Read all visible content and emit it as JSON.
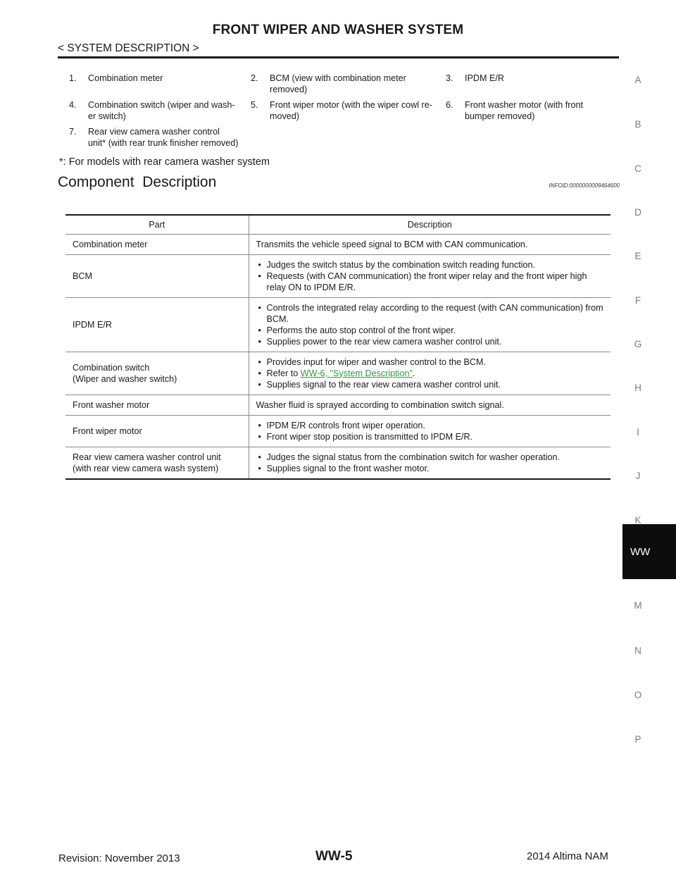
{
  "header": {
    "title": "FRONT WIPER AND WASHER SYSTEM",
    "section": "< SYSTEM DESCRIPTION >"
  },
  "legend": [
    {
      "num": "1.",
      "text": "Combination meter"
    },
    {
      "num": "2.",
      "text": "BCM (view with combination meter\nremoved)"
    },
    {
      "num": "3.",
      "text": "IPDM E/R"
    },
    {
      "num": "4.",
      "text": "Combination switch (wiper and wash-\ner switch)"
    },
    {
      "num": "5.",
      "text": "Front wiper motor (with the wiper cowl re-\nmoved)"
    },
    {
      "num": "6.",
      "text": "Front washer motor (with front\nbumper removed)"
    },
    {
      "num": "7.",
      "text": "Rear view camera washer control\nunit* (with rear trunk finisher removed)"
    }
  ],
  "footnote": "*: For models with rear camera washer system",
  "section": {
    "title": "Component  Description",
    "infoid": "INFOID:0000000009464600"
  },
  "table": {
    "headers": {
      "part": "Part",
      "description": "Description"
    },
    "rows": [
      {
        "part": "Combination meter",
        "desc": "Transmits the vehicle speed signal to BCM with CAN communication."
      },
      {
        "part": "BCM",
        "bullets": [
          "Judges the switch status by the combination switch reading function.",
          "Requests (with CAN communication) the front wiper relay and the front wiper high relay ON to IPDM E/R."
        ]
      },
      {
        "part": "IPDM E/R",
        "bullets": [
          "Controls the integrated relay according to the request (with CAN communication) from BCM.",
          "Performs the auto stop control of the front wiper.",
          "Supplies power to the rear view camera washer control unit."
        ]
      },
      {
        "part": "Combination switch\n(Wiper and washer switch)",
        "bullets": [
          "Provides input for wiper and washer control to the BCM.",
          "Refer to ",
          "Supplies signal to the rear view camera washer control unit."
        ],
        "link": {
          "text": "WW-6, \"System Description\"",
          "suffix": "."
        }
      },
      {
        "part": "Front washer motor",
        "desc": "Washer fluid is sprayed according to combination switch signal."
      },
      {
        "part": "Front wiper motor",
        "bullets": [
          "IPDM E/R controls front wiper operation.",
          "Front wiper stop position is transmitted to IPDM E/R."
        ]
      },
      {
        "part": "Rear view camera washer control unit\n(with rear view camera wash system)",
        "bullets": [
          "Judges the signal status from the combination switch for washer operation.",
          "Supplies signal to the front washer motor."
        ]
      }
    ]
  },
  "side_index": {
    "letters": [
      "A",
      "B",
      "C",
      "D",
      "E",
      "F",
      "G",
      "H",
      "I",
      "J",
      "K",
      "M",
      "N",
      "O",
      "P"
    ],
    "active": "WW"
  },
  "footer": {
    "revision": "Revision: November 2013",
    "page": "WW-5",
    "model": "2014 Altima NAM"
  },
  "colors": {
    "link": "#2e9d3a",
    "tab_bg": "#0d0d0d",
    "index_letter": "#7a7a7a"
  }
}
